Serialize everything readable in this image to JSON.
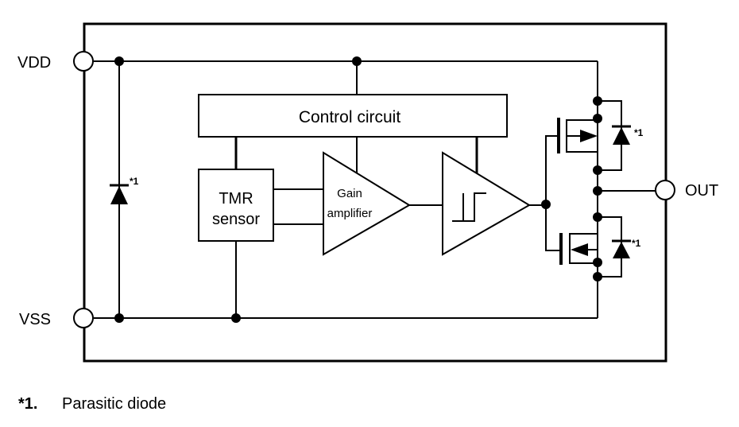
{
  "pins": {
    "vdd": "VDD",
    "vss": "VSS",
    "out": "OUT"
  },
  "blocks": {
    "control": "Control circuit",
    "tmr_line1": "TMR",
    "tmr_line2": "sensor",
    "amp_line1": "Gain",
    "amp_line2": "amplifier"
  },
  "diode_mark": "*1",
  "footnote": {
    "mark": "*1.",
    "text": "Parasitic diode"
  }
}
